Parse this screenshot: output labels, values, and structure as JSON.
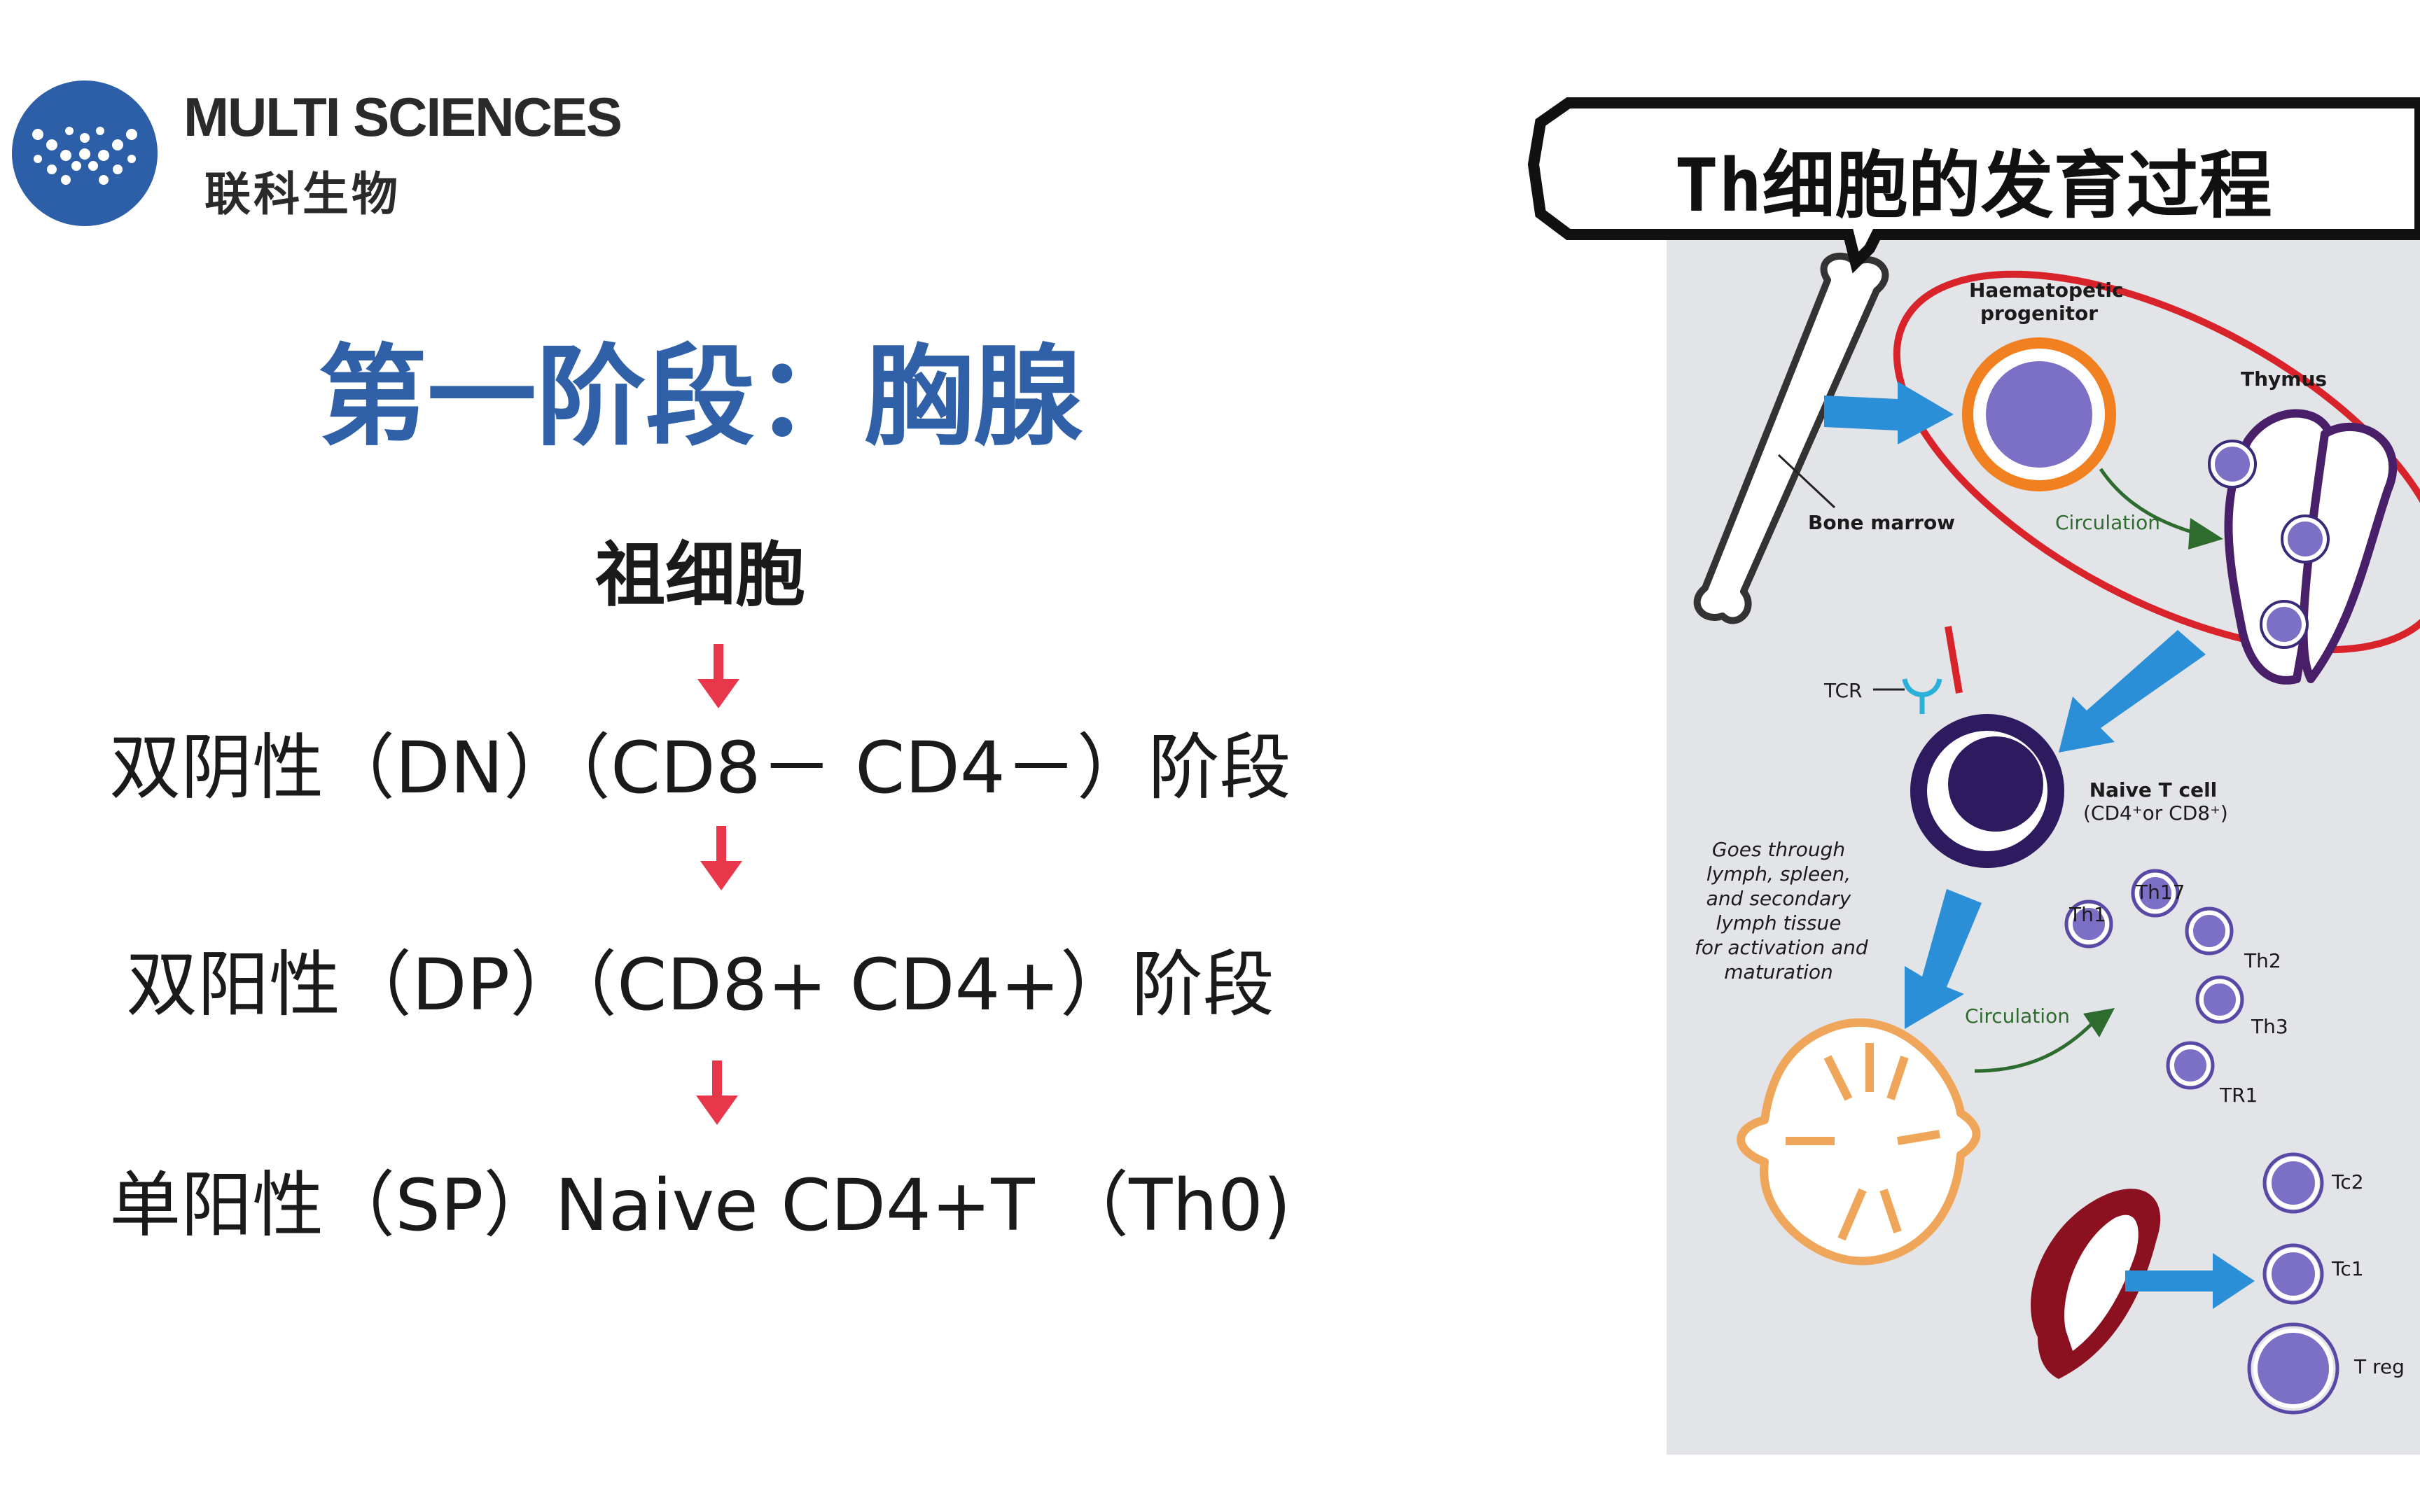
{
  "brand": {
    "name_en": "MULTI SCIENCES",
    "name_cn": "联科生物",
    "colors": {
      "logo_blue": "#2d5ea8",
      "text": "#2a2a2a"
    }
  },
  "slide": {
    "title": "第一阶段：胸腺",
    "title_color": "#3060a8",
    "arrow_color": "#e8374a",
    "flow": [
      "祖细胞",
      "双阴性（DN）（CD8－  CD4－）阶段",
      "双阳性（DP）（CD8+ CD4+）阶段",
      "单阳性（SP）Naive CD4+T （Th0)"
    ]
  },
  "figure": {
    "bubble_title": "Th细胞的发育过程",
    "labels": {
      "haematopoietic": [
        "Haematopetic",
        "progenitor"
      ],
      "thymus": "Thymus",
      "bone_marrow": "Bone marrow",
      "circulation_1": "Circulation",
      "tcr": "TCR",
      "naive_t": [
        "Naive T cell",
        "(CD4⁺or CD8⁺)"
      ],
      "goes_through": [
        "Goes through",
        "lymph, spleen,",
        "and secondary",
        "lymph tissue",
        "for activation and",
        "maturation"
      ],
      "circulation_2": "Circulation",
      "cells": [
        "Th1",
        "Th17",
        "Th2",
        "Th3",
        "TR1",
        "Tc2",
        "Tc1",
        "T reg"
      ]
    },
    "colors": {
      "cell_purple": "#7b6fc6",
      "cell_ring": "#3b2a7a",
      "orange": "#f08020",
      "blue_arrow": "#2b8fd8",
      "red_ellipse": "#d8232a",
      "spleen": "#8b1020",
      "lymph_node": "#f0a65a",
      "green": "#2e6b2e"
    }
  }
}
